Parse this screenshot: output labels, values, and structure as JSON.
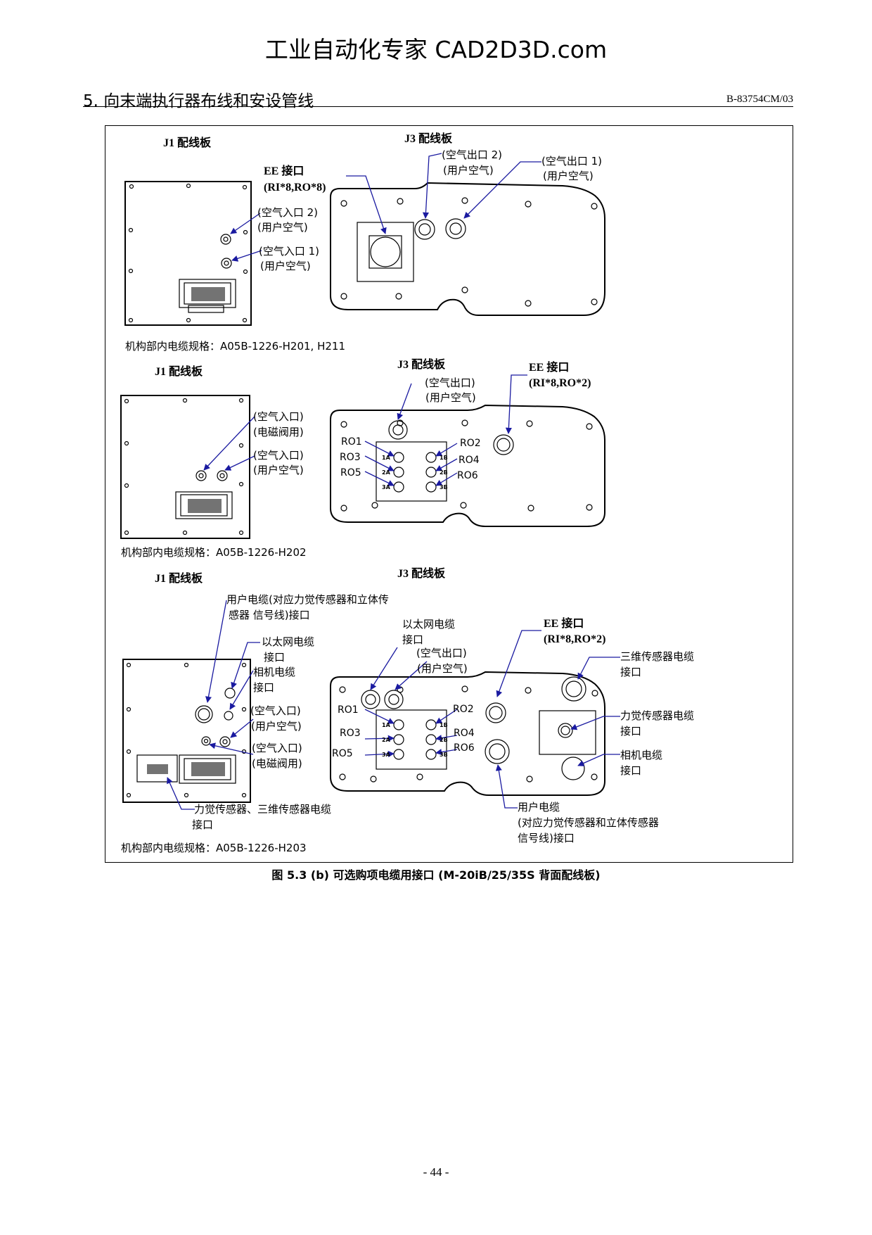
{
  "header": {
    "watermark": "工业自动化专家 CAD2D3D.com",
    "section_title": "5. 向末端执行器布线和安设管线",
    "doc_number": "B-83754CM/03"
  },
  "figure": {
    "panel1": {
      "j1_title": "J1 配线板",
      "j3_title": "J3 配线板",
      "ee": [
        "EE 接口",
        "(RI*8,RO*8)"
      ],
      "air_in2": [
        "(空气入口 2)",
        "(用户空气)"
      ],
      "air_in1": [
        "(空气入口 1)",
        "(用户空气)"
      ],
      "air_out2": [
        "(空气出口 2)",
        "(用户空气)"
      ],
      "air_out1": [
        "(空气出口 1)",
        "(用户空气)"
      ],
      "spec": "机构部内电缆规格：A05B-1226-H201, H211"
    },
    "panel2": {
      "j1_title": "J1 配线板",
      "j3_title": "J3 配线板",
      "air_out": [
        "(空气出口)",
        "(用户空气)"
      ],
      "ee": [
        "EE 接口",
        "(RI*8,RO*2)"
      ],
      "air_in_solenoid": [
        "(空气入口)",
        "(电磁阀用)"
      ],
      "air_in_user": [
        "(空气入口)",
        "(用户空气)"
      ],
      "ro": [
        "RO1",
        "RO2",
        "RO3",
        "RO4",
        "RO5",
        "RO6"
      ],
      "ports": [
        "1A",
        "1B",
        "2A",
        "2B",
        "3A",
        "3B"
      ],
      "spec": "机构部内电缆规格：A05B-1226-H202"
    },
    "panel3": {
      "j1_title": "J1 配线板",
      "j3_title": "J3 配线板",
      "user_cable": [
        "用户电缆(对应力觉传感器和立体传",
        "感器 信号线)接口"
      ],
      "ethernet_j1": [
        "以太网电缆",
        "接口"
      ],
      "camera_j1": [
        "相机电缆",
        "接口"
      ],
      "air_in_user": [
        "(空气入口)",
        "(用户空气)"
      ],
      "air_in_solenoid": [
        "(空气入口)",
        "(电磁阀用)"
      ],
      "force_3d": [
        "力觉传感器、三维传感器电缆",
        "接口"
      ],
      "ethernet_j3": [
        "以太网电缆",
        "接口"
      ],
      "air_out": [
        "(空气出口)",
        "(用户空气)"
      ],
      "ee": [
        "EE 接口",
        "(RI*8,RO*2)"
      ],
      "sensor3d": [
        "三维传感器电缆",
        "接口"
      ],
      "force_cable": [
        "力觉传感器电缆",
        "接口"
      ],
      "camera_j3": [
        "相机电缆",
        "接口"
      ],
      "user_cable_j3": [
        "用户电缆",
        "(对应力觉传感器和立体传感器",
        "信号线)接口"
      ],
      "ro": [
        "RO1",
        "RO2",
        "RO3",
        "RO4",
        "RO5",
        "RO6"
      ],
      "ports": [
        "1A",
        "1B",
        "2A",
        "2B",
        "3A",
        "3B"
      ],
      "spec": "机构部内电缆规格：A05B-1226-H203"
    }
  },
  "caption": "图 5.3 (b)  可选购项电缆用接口 (M-20iB/25/35S 背面配线板)",
  "page_number": "- 44 -"
}
